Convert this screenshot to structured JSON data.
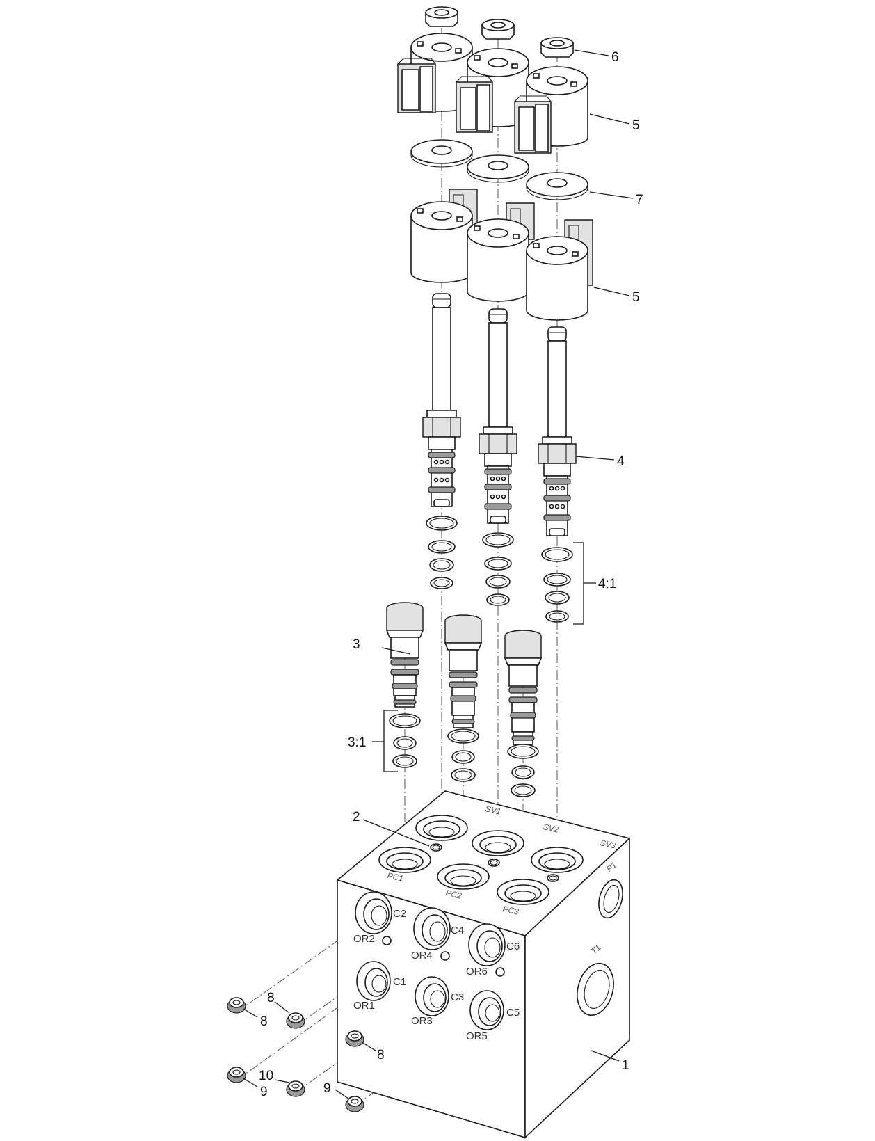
{
  "callouts": {
    "c1": "1",
    "c2": "2",
    "c3": "3",
    "c3_1": "3:1",
    "c4": "4",
    "c4_1": "4:1",
    "c5a": "5",
    "c5b": "5",
    "c6": "6",
    "c7": "7",
    "c8a": "8",
    "c8b": "8",
    "c8c": "8",
    "c9a": "9",
    "c9b": "9",
    "c10": "10"
  },
  "ports_top": {
    "sv1": "SV1",
    "sv2": "SV2",
    "sv3": "SV3",
    "pc1": "PC1",
    "pc2": "PC2",
    "pc3": "PC3"
  },
  "ports_front": {
    "c1": "C1",
    "c2": "C2",
    "c3": "C3",
    "c4": "C4",
    "c5": "C5",
    "c6": "C6",
    "or1": "OR1",
    "or2": "OR2",
    "or3": "OR3",
    "or4": "OR4",
    "or5": "OR5",
    "or6": "OR6"
  },
  "ports_side": {
    "p1": "P1",
    "t1": "T1"
  }
}
